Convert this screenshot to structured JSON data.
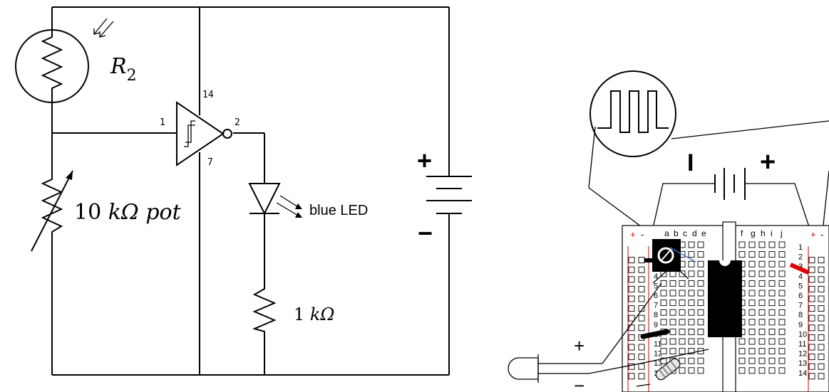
{
  "schematic": {
    "r2_symbol": "R",
    "r2_subscript": "2",
    "pin_14": "14",
    "pin_1": "1",
    "pin_2": "2",
    "pin_7": "7",
    "pot_value": "10 ",
    "pot_unit": "kΩ",
    "pot_word": "pot",
    "led_label": "blue LED",
    "resistor_value": "1 ",
    "resistor_unit": "kΩ",
    "battery_plus": "+",
    "battery_minus": "−"
  },
  "breadboard": {
    "battery_plus": "+",
    "battery_minus": "I",
    "rail_plus": "+",
    "rail_minus": "-",
    "columns_left": [
      "a",
      "b",
      "c",
      "d",
      "e"
    ],
    "columns_right": [
      "f",
      "g",
      "h",
      "i",
      "j"
    ],
    "row_numbers": [
      "1",
      "2",
      "3",
      "4",
      "5",
      "6",
      "7",
      "8",
      "9",
      "10",
      "11",
      "12",
      "13",
      "14"
    ],
    "led_plus": "+",
    "led_minus": "−"
  },
  "colors": {
    "rail_red": "#cc0000",
    "red_wire": "#e00000",
    "blue_wire": "#3a78c9",
    "ic_body": "#000000"
  }
}
